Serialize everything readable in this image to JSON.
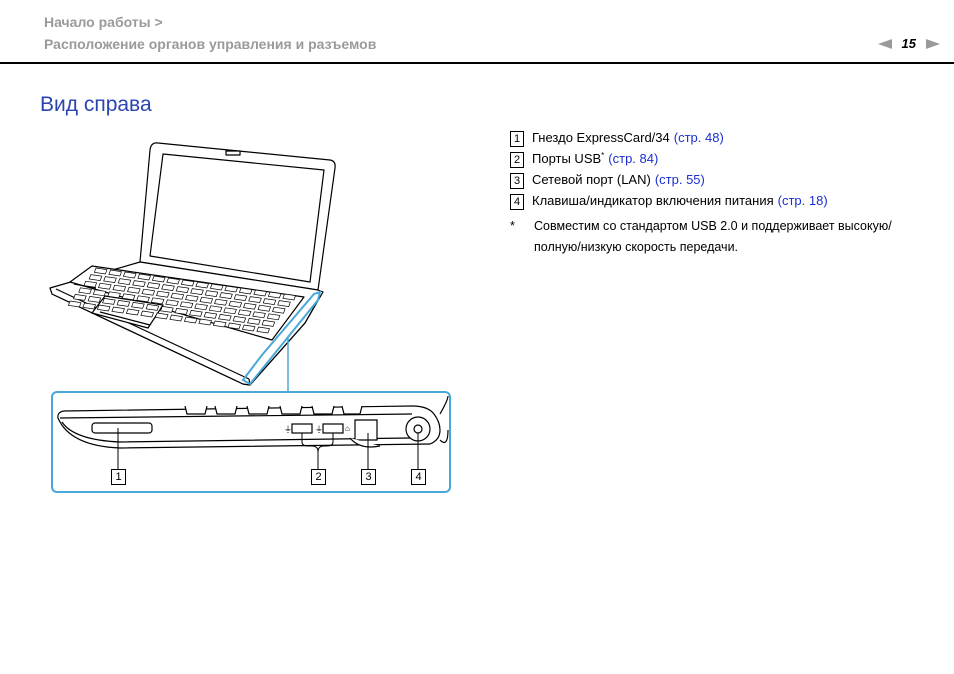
{
  "header": {
    "breadcrumb_1": "Начало работы >",
    "breadcrumb_2": "Расположение органов управления и разъемов",
    "page_number": "15"
  },
  "title": "Вид справа",
  "items": [
    {
      "num": "1",
      "text": "Гнездо ExpressCard/34",
      "sup": "",
      "after": "",
      "link": "(стр. 48)"
    },
    {
      "num": "2",
      "text": "Порты USB",
      "sup": "*",
      "after": "",
      "link": "(стр. 84)"
    },
    {
      "num": "3",
      "text": "Сетевой порт (LAN)",
      "sup": "",
      "after": "",
      "link": "(стр. 55)"
    },
    {
      "num": "4",
      "text": "Клавиша/индикатор включения питания",
      "sup": "",
      "after": "",
      "link": "(стр. 18)"
    }
  ],
  "note": {
    "mark": "*",
    "line1": "Совместим со стандартом USB 2.0 и поддерживает высокую/",
    "line2": "полную/низкую скорость передачи."
  },
  "callouts": [
    "1",
    "2",
    "3",
    "4"
  ],
  "colors": {
    "title": "#2a44b0",
    "link": "#1a2fd0",
    "callout_border": "#4aa8d8",
    "gray_text": "#9a9a9a"
  }
}
